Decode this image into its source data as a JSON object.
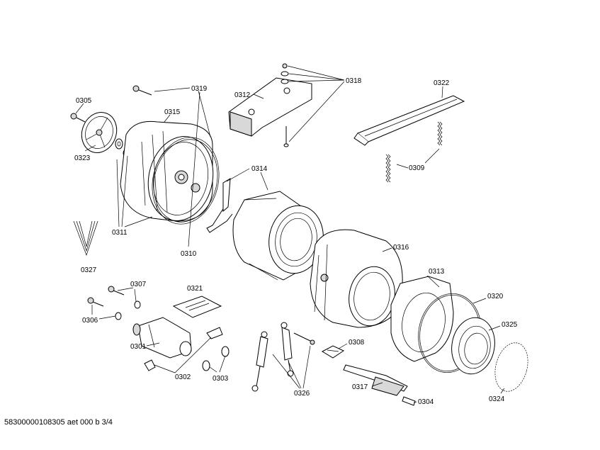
{
  "footer": {
    "doc_id": "58300000108305 aet 000 b 3/4"
  },
  "labels": {
    "l0305": "0305",
    "l0323": "0323",
    "l0319": "0319",
    "l0315": "0315",
    "l0312": "0312",
    "l0318": "0318",
    "l0322": "0322",
    "l0309": "0309",
    "l0314": "0314",
    "l0311": "0311",
    "l0310": "0310",
    "l0327": "0327",
    "l0316": "0316",
    "l0313": "0313",
    "l0320": "0320",
    "l0325": "0325",
    "l0307": "0307",
    "l0321": "0321",
    "l0306": "0306",
    "l0301": "0301",
    "l0302": "0302",
    "l0303": "0303",
    "l0308": "0308",
    "l0326": "0326",
    "l0317": "0317",
    "l0304": "0304",
    "l0324": "0324"
  }
}
